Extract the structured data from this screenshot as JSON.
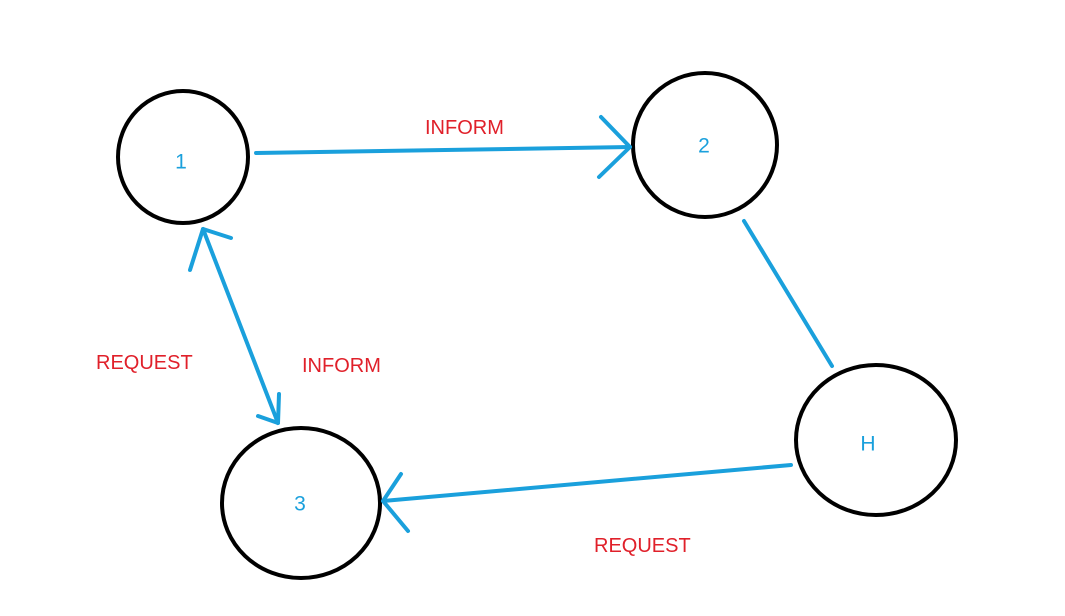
{
  "colors": {
    "node_stroke": "#000000",
    "node_label": "#1aa0dc",
    "edge": "#1aa0dc",
    "edge_label": "#e0202a"
  },
  "nodes": {
    "n1": {
      "label": "1"
    },
    "n2": {
      "label": "2"
    },
    "n3": {
      "label": "3"
    },
    "nH": {
      "label": "H"
    }
  },
  "edges": {
    "e1_2": {
      "label": "INFORM",
      "from": "1",
      "to": "2",
      "direction": "forward"
    },
    "e1_3": {
      "label_request": "REQUEST",
      "label_inform": "INFORM",
      "from": "1",
      "to": "3",
      "direction": "both"
    },
    "e2_H": {
      "from": "2",
      "to": "H",
      "direction": "none"
    },
    "eH_3": {
      "label": "REQUEST",
      "from": "H",
      "to": "3",
      "direction": "forward"
    }
  }
}
